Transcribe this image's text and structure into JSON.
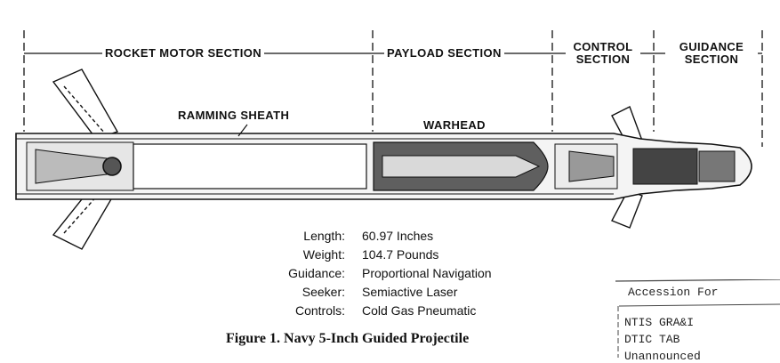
{
  "sections": [
    {
      "id": "rocket_motor",
      "label": "ROCKET MOTOR SECTION"
    },
    {
      "id": "payload",
      "label": "PAYLOAD SECTION"
    },
    {
      "id": "control",
      "label": "CONTROL SECTION"
    },
    {
      "id": "guidance",
      "label": "GUIDANCE SECTION"
    }
  ],
  "parts": {
    "ramming_sheath": "RAMMING SHEATH",
    "warhead": "WARHEAD"
  },
  "specs": [
    {
      "label": "Length:",
      "value": "60.97 Inches"
    },
    {
      "label": "Weight:",
      "value": "104.7 Pounds"
    },
    {
      "label": "Guidance:",
      "value": "Proportional Navigation"
    },
    {
      "label": "Seeker:",
      "value": "Semiactive Laser"
    },
    {
      "label": "Controls:",
      "value": "Cold Gas Pneumatic"
    }
  ],
  "caption": "Figure 1.  Navy 5-Inch Guided Projectile",
  "stamp": {
    "title": "Accession For",
    "lines": [
      "NTIS  GRA&I",
      "DTIC TAB",
      "Unannounced"
    ]
  }
}
